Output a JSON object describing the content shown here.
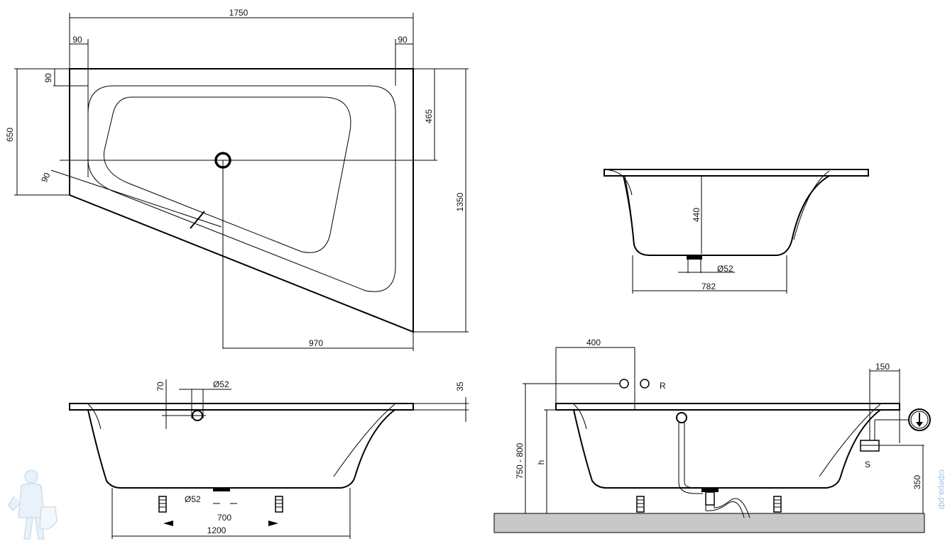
{
  "top_view": {
    "width_label": "1750",
    "left_margin_label": "90",
    "right_margin_label": "90",
    "top_rim_label": "90",
    "left_height_label": "650",
    "diag_rim_label": "90",
    "drain_offset_label": "465",
    "total_depth_label": "1350",
    "bottom_width_label": "970"
  },
  "end_view": {
    "depth_label": "440",
    "drain_label": "Ø52",
    "bottom_width_label": "782"
  },
  "front_view": {
    "overflow_offset_label": "70",
    "overflow_dia_label": "Ø52",
    "rim_label": "35",
    "drain_label": "Ø52",
    "feet_spacing_label": "700",
    "bottom_width_label": "1200"
  },
  "install_view": {
    "tap_offset_label": "400",
    "tap_label": "R",
    "side_offset_label": "150",
    "waste_label": "S",
    "height_range_label": "750 - 800",
    "h_label": "h",
    "pipe_height_label": "350"
  },
  "watermark": "сфера.рф",
  "colors": {
    "line": "#000000",
    "floor": "#c8c8c8",
    "watermark": "#9ec3e6"
  }
}
